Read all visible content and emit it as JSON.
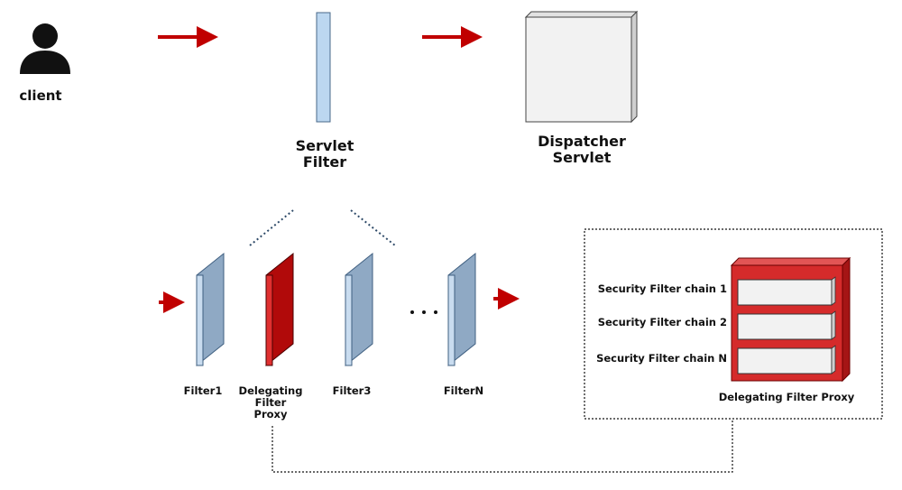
{
  "client": {
    "label": "client"
  },
  "servlet_filter": {
    "label": "Servlet\nFilter"
  },
  "dispatcher_servlet": {
    "label": "Dispatcher\nServlet"
  },
  "filters": [
    {
      "id": "filter1",
      "label": "Filter1"
    },
    {
      "id": "delegating",
      "label": "Delegating\nFilter\nProxy"
    },
    {
      "id": "filter3",
      "label": "Filter3"
    },
    {
      "id": "filterN",
      "label": "FilterN"
    }
  ],
  "ellipsis": "· · ·",
  "security_chains": [
    "Security Filter chain 1",
    "Security Filter chain 2",
    "Security Filter chain N"
  ],
  "proxy_box_label": "Delegating Filter Proxy",
  "colors": {
    "arrow": "#c00000",
    "filter_blue_front": "#8fa9c4",
    "filter_blue_side": "#c9dcef",
    "servlet_filter_fill": "#bcd7f0",
    "red_filter_front": "#b10a0a",
    "red_filter_side": "#e03030",
    "proxy_red": "#d52b2b",
    "dispatcher_fill": "#f2f2f2",
    "dotted_line": "#2e4a68"
  }
}
